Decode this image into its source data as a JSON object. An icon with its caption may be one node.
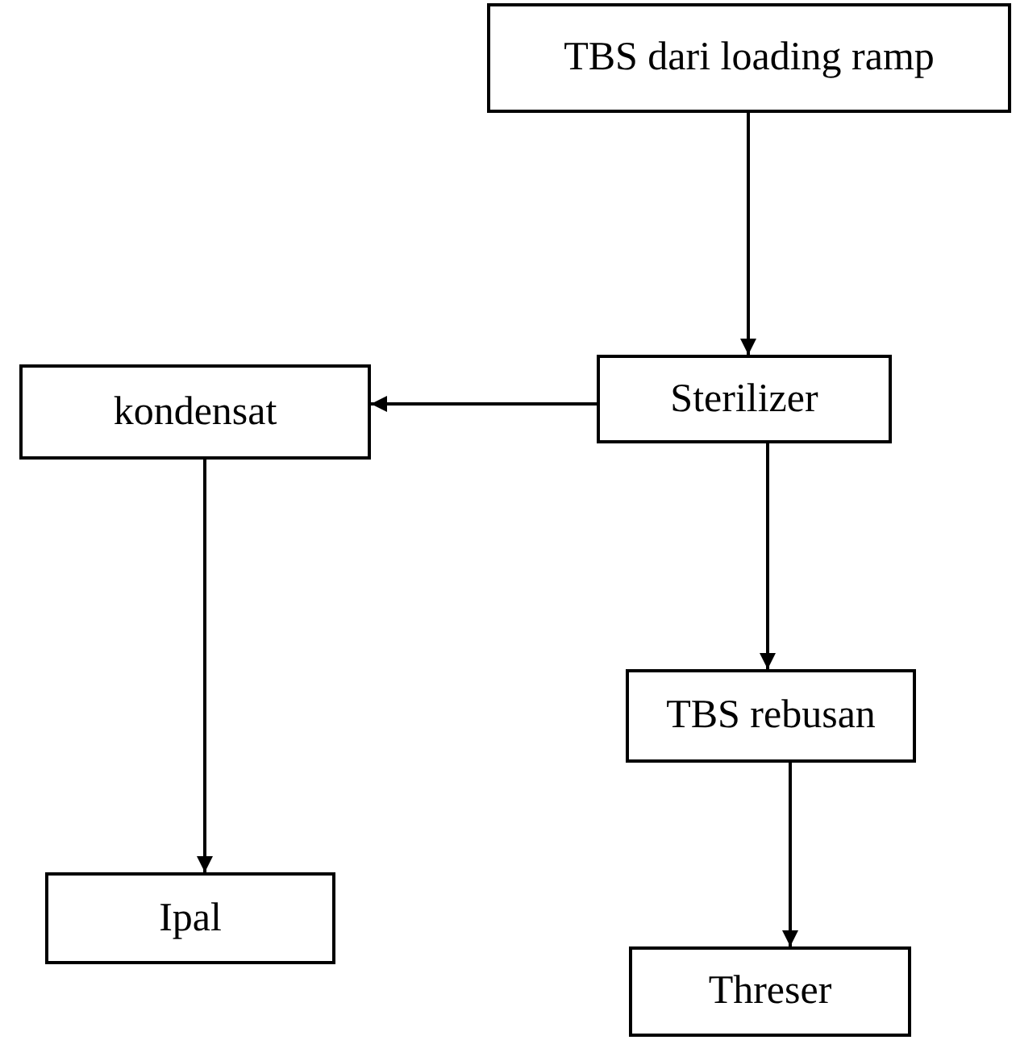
{
  "diagram": {
    "nodes": [
      {
        "text": [
          "TBS dari loading ramp"
        ]
      },
      {
        "text": [
          "Sterilizer"
        ]
      },
      {
        "text": [
          "kondensat"
        ]
      },
      {
        "text": [
          "TBS rebusan"
        ]
      },
      {
        "text": [
          "Ipal"
        ]
      },
      {
        "text": [
          "Threser"
        ]
      }
    ],
    "edges": [
      {
        "from": 0,
        "to": 1,
        "arrow": "to"
      },
      {
        "from": 1,
        "to": 2,
        "arrow": "to"
      },
      {
        "from": 2,
        "to": 4,
        "arrow": "to"
      },
      {
        "from": 1,
        "to": 3,
        "arrow": "to"
      },
      {
        "from": 3,
        "to": 5,
        "arrow": "to"
      }
    ]
  }
}
